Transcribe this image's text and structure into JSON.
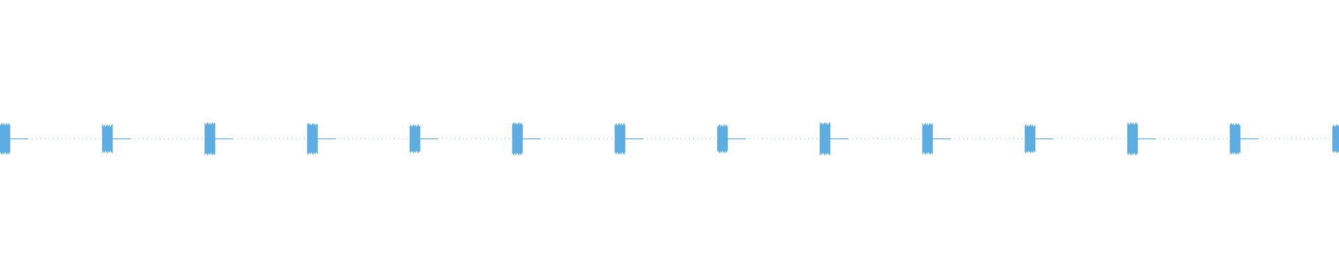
{
  "waveform": {
    "color": "#5dade2",
    "background": "#ffffff",
    "burst_count": 14,
    "burst_amplitude": 0.95,
    "baseline_amplitude": 0.02
  }
}
